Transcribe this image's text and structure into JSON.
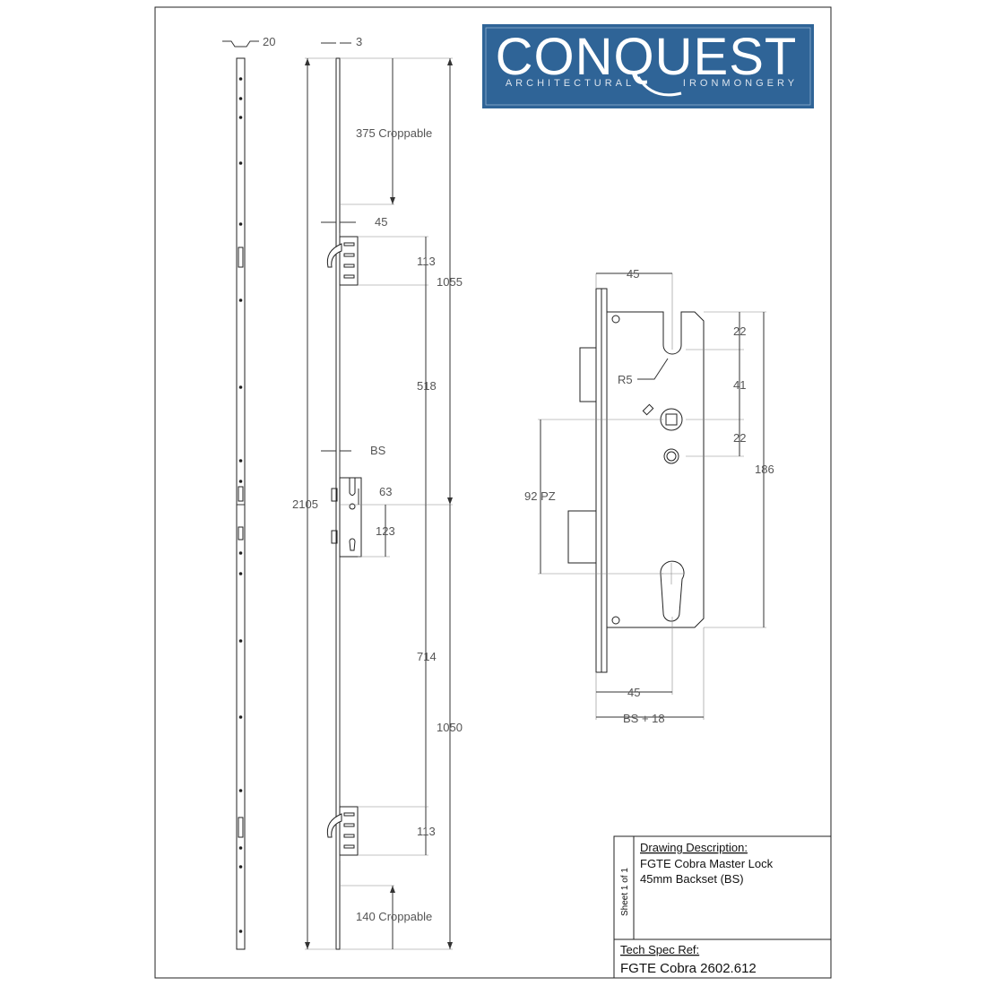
{
  "logo": {
    "brand": "CONQUEST",
    "sub_left": "ARCHITECTURAL",
    "sub_right": "IRONMONGERY",
    "bg_color": "#2f6497",
    "text_color": "#ffffff"
  },
  "dimensions": {
    "strip_width": "20",
    "face_offset": "3",
    "top_croppable": "375 Croppable",
    "top_hook_backset": "45",
    "top_hook_height": "113",
    "upper_span": "1055",
    "upper_spacing": "518",
    "bs": "BS",
    "mid_offset": "63",
    "cyl_offset": "123",
    "total_length": "2105",
    "lower_spacing": "714",
    "lower_span": "1050",
    "bottom_hook_height": "113",
    "bottom_croppable": "140 Croppable"
  },
  "detail": {
    "top_backset": "45",
    "slot_radius": "R5",
    "dim_22_top": "22",
    "dim_41": "41",
    "dim_22_bottom": "22",
    "case_height": "186",
    "pz": "92 PZ",
    "bottom_backset": "45",
    "overall_width": "BS + 18"
  },
  "title_block": {
    "description_label": "Drawing Description:",
    "description_line1": "FGTE Cobra Master Lock",
    "description_line2": "45mm Backset (BS)",
    "sheet": "Sheet 1 of 1",
    "spec_label": "Tech Spec Ref:",
    "spec_value": "FGTE Cobra 2602.612"
  }
}
